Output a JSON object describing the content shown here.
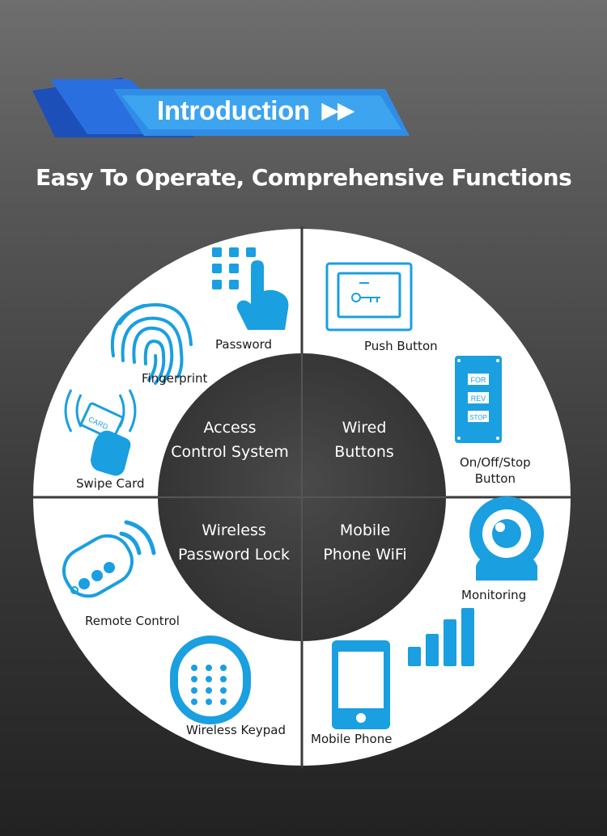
{
  "banner": {
    "title": "Introduction",
    "arrows": "▶▶"
  },
  "subtitle": "Easy To Operate, Comprehensive Functions",
  "colors": {
    "accent": "#1a9fe0",
    "banner_dark": "#1f5fcf",
    "banner_light": "#3aa0ee",
    "core": "#3e3e3e"
  },
  "center": {
    "q1": [
      "Access",
      "Control System"
    ],
    "q2": [
      "Wired",
      "Buttons"
    ],
    "q3": [
      "Wireless",
      "Password Lock"
    ],
    "q4": [
      "Mobile",
      "Phone WiFi"
    ]
  },
  "features": {
    "password": "Password",
    "fingerprint": "Fingerprint",
    "swipe_card": "Swipe Card",
    "push_button": "Push Button",
    "on_off_stop": [
      "On/Off/Stop",
      "Button"
    ],
    "remote_control": "Remote Control",
    "wireless_keypad": "Wireless Keypad",
    "monitoring": "Monitoring",
    "mobile_phone": "Mobile Phone"
  },
  "buttons": {
    "for": "FOR",
    "rev": "REV",
    "stop": "STOP"
  },
  "card_text": "CARD"
}
